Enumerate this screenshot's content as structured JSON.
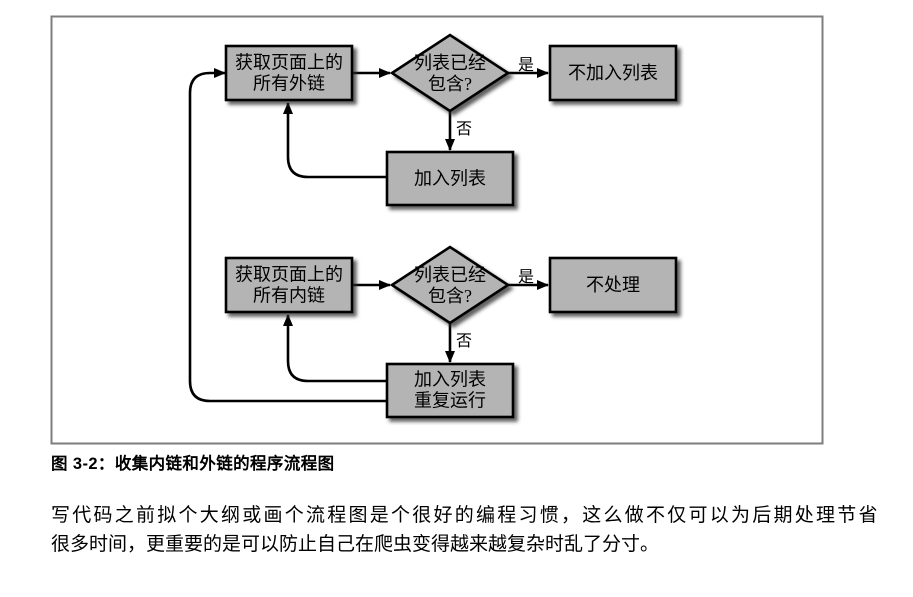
{
  "figure": {
    "caption": "图 3-2：收集内链和外链的程序流程图",
    "paragraph_line1": "写代码之前拟个大纲或画个流程图是个很好的编程习惯，这么做不仅可以为后期处理节省",
    "paragraph_line2": "很多时间，更重要的是可以防止自己在爬虫变得越来越复杂时乱了分寸。"
  },
  "flowchart": {
    "colors": {
      "node_fill": "#b4b4b4",
      "node_border": "#000000",
      "frame_border": "#7e7e7e",
      "connector": "#000000"
    },
    "external": {
      "start_line1": "获取页面上的",
      "start_line2": "所有外链",
      "decision_line1": "列表已经",
      "decision_line2": "包含?",
      "yes_label": "是",
      "no_label": "否",
      "yes_result": "不加入列表",
      "no_result_line1": "加入列表"
    },
    "internal": {
      "start_line1": "获取页面上的",
      "start_line2": "所有内链",
      "decision_line1": "列表已经",
      "decision_line2": "包含?",
      "yes_label": "是",
      "no_label": "否",
      "yes_result": "不处理",
      "no_result_line1": "加入列表",
      "no_result_line2": "重复运行"
    }
  }
}
